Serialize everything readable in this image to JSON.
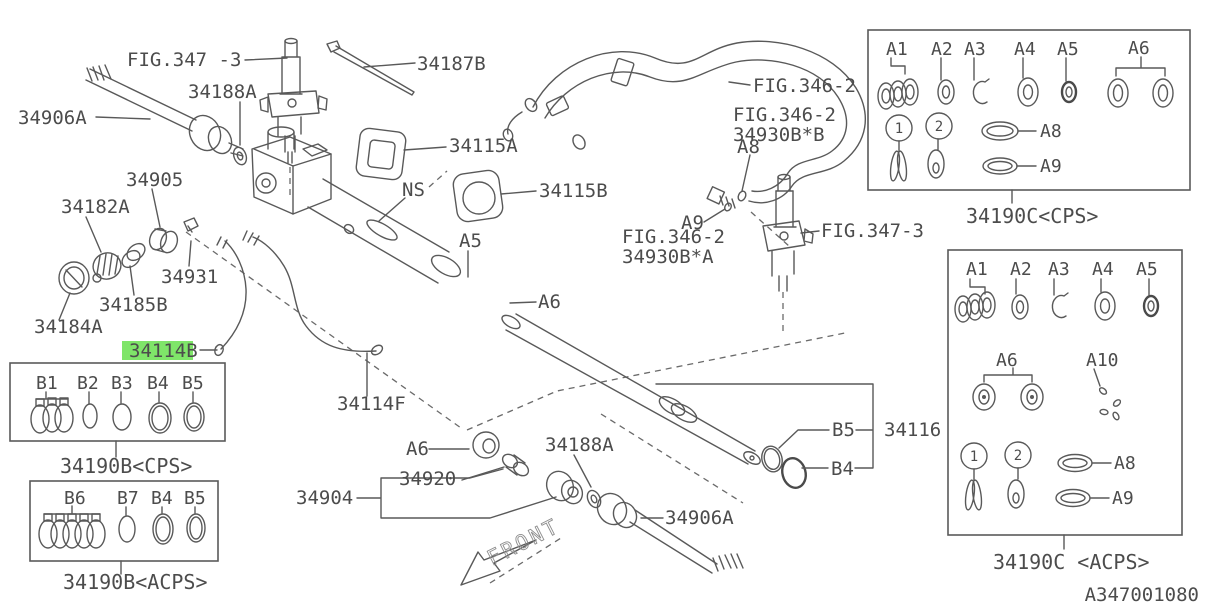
{
  "doc": {
    "drawing_number": "A347001080",
    "front_label": "FRONT"
  },
  "colors": {
    "highlight": "#7FE569",
    "line": "#595959",
    "text": "#4c4c4c",
    "background": "#ffffff"
  },
  "callouts": {
    "fig347_3_left": "FIG.347 -3",
    "fig347_3_right": "FIG.347-3",
    "fig346_2_hose": "FIG.346-2",
    "fig346_2_b_line1": "FIG.346-2",
    "fig346_2_b_line2": "34930B*B",
    "fig346_2_a_line1": "FIG.346-2",
    "fig346_2_a_line2": "34930B*A",
    "tie_rod_top": "34906A",
    "washer_top": "34188A",
    "pin": "34187B",
    "bushing_34905": "34905",
    "bolt_34182A": "34182A",
    "clip_34931": "34931",
    "spring_34185B": "34185B",
    "ring_34184A": "34184A",
    "pipe_34114B": "34114B",
    "pipe_34114F": "34114F",
    "bracket_34115A": "34115A",
    "clamp_34115B": "34115B",
    "ns": "NS",
    "a5": "A5",
    "a6_housing": "A6",
    "a6_mount": "A6",
    "a8": "A8",
    "a9": "A9",
    "b5": "B5",
    "b4": "B4",
    "rack_34116": "34116",
    "mount_34904": "34904",
    "spacer_34920": "34920",
    "washer_bottom": "34188A",
    "tie_rod_bottom": "34906A"
  },
  "panels": {
    "b_cps": {
      "title": "34190B<CPS>",
      "items": [
        "B1",
        "B2",
        "B3",
        "B4",
        "B5"
      ]
    },
    "b_acps": {
      "title": "34190B<ACPS>",
      "items": [
        "B6",
        "B7",
        "B4",
        "B5"
      ]
    },
    "c_cps": {
      "title": "34190C<CPS>",
      "row1": [
        "A1",
        "A2",
        "A3",
        "A4",
        "A5",
        "A6"
      ],
      "callouts": [
        "1",
        "2",
        "A8",
        "A9"
      ]
    },
    "c_acps": {
      "title": "34190C <ACPS>",
      "row1": [
        "A1",
        "A2",
        "A3",
        "A4",
        "A5"
      ],
      "a6": "A6",
      "a10": "A10",
      "callouts": [
        "1",
        "2",
        "A8",
        "A9"
      ]
    }
  }
}
